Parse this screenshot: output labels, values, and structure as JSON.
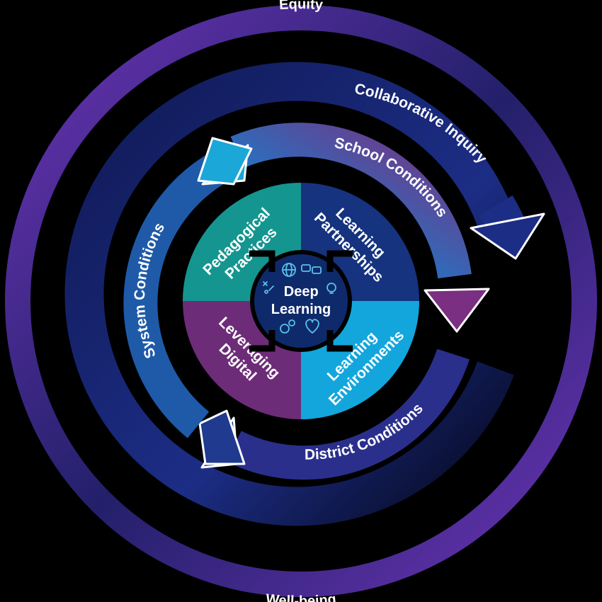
{
  "outer_ring": {
    "top_label": "Equity",
    "bottom_label": "Well-being",
    "color": "#5b2ba0"
  },
  "inquiry_arrow": {
    "label": "Collaborative Inquiry",
    "color": "#1b2a78"
  },
  "conditions": {
    "school": "School Conditions",
    "district": "District Conditions",
    "system": "System Conditions",
    "colors": {
      "blue": "#1f3a8f",
      "cyan": "#1ba7d8",
      "purple": "#7a2f82"
    }
  },
  "quadrants": {
    "pedagogical_practices": {
      "line1": "Pedagogical",
      "line2": "Practices",
      "color": "#15958f"
    },
    "learning_partnerships": {
      "line1": "Learning",
      "line2": "Partnerships",
      "color": "#15337f"
    },
    "leveraging_digital": {
      "line1": "Leveraging",
      "line2": "Digital",
      "color": "#6d2c78"
    },
    "learning_environments": {
      "line1": "Learning",
      "line2": "Environments",
      "color": "#13a6dc"
    }
  },
  "center": {
    "line1": "Deep",
    "line2": "Learning",
    "color": "#0f2a6b",
    "icons": [
      "globe-icon",
      "chat-bubbles-icon",
      "play-diagram-icon",
      "lightbulb-icon",
      "gears-icon",
      "heart-icon"
    ]
  }
}
